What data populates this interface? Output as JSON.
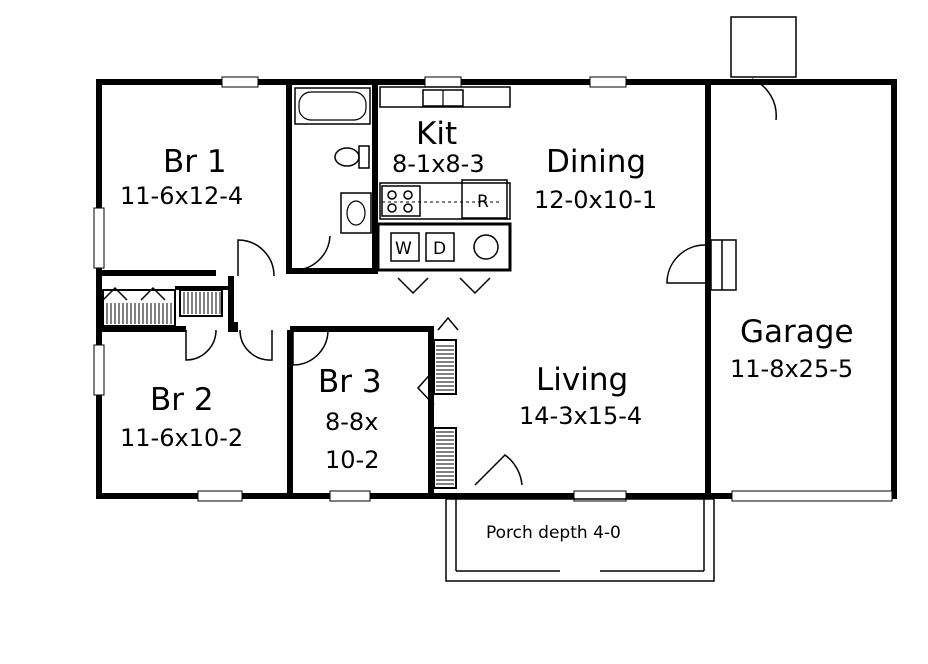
{
  "rooms": {
    "br1": {
      "name": "Br 1",
      "dims": "11-6x12-4"
    },
    "br2": {
      "name": "Br 2",
      "dims": "11-6x10-2"
    },
    "br3": {
      "name": "Br 3",
      "dims_line1": "8-8x",
      "dims_line2": "10-2"
    },
    "kit": {
      "name": "Kit",
      "dims": "8-1x8-3"
    },
    "dining": {
      "name": "Dining",
      "dims": "12-0x10-1"
    },
    "living": {
      "name": "Living",
      "dims": "14-3x15-4"
    },
    "garage": {
      "name": "Garage",
      "dims": "11-8x25-5"
    }
  },
  "fixtures": {
    "refrigerator": "R",
    "washer": "W",
    "dryer": "D"
  },
  "porch": {
    "label": "Porch depth 4-0"
  },
  "colors": {
    "wall": "#000000",
    "background": "#ffffff"
  }
}
